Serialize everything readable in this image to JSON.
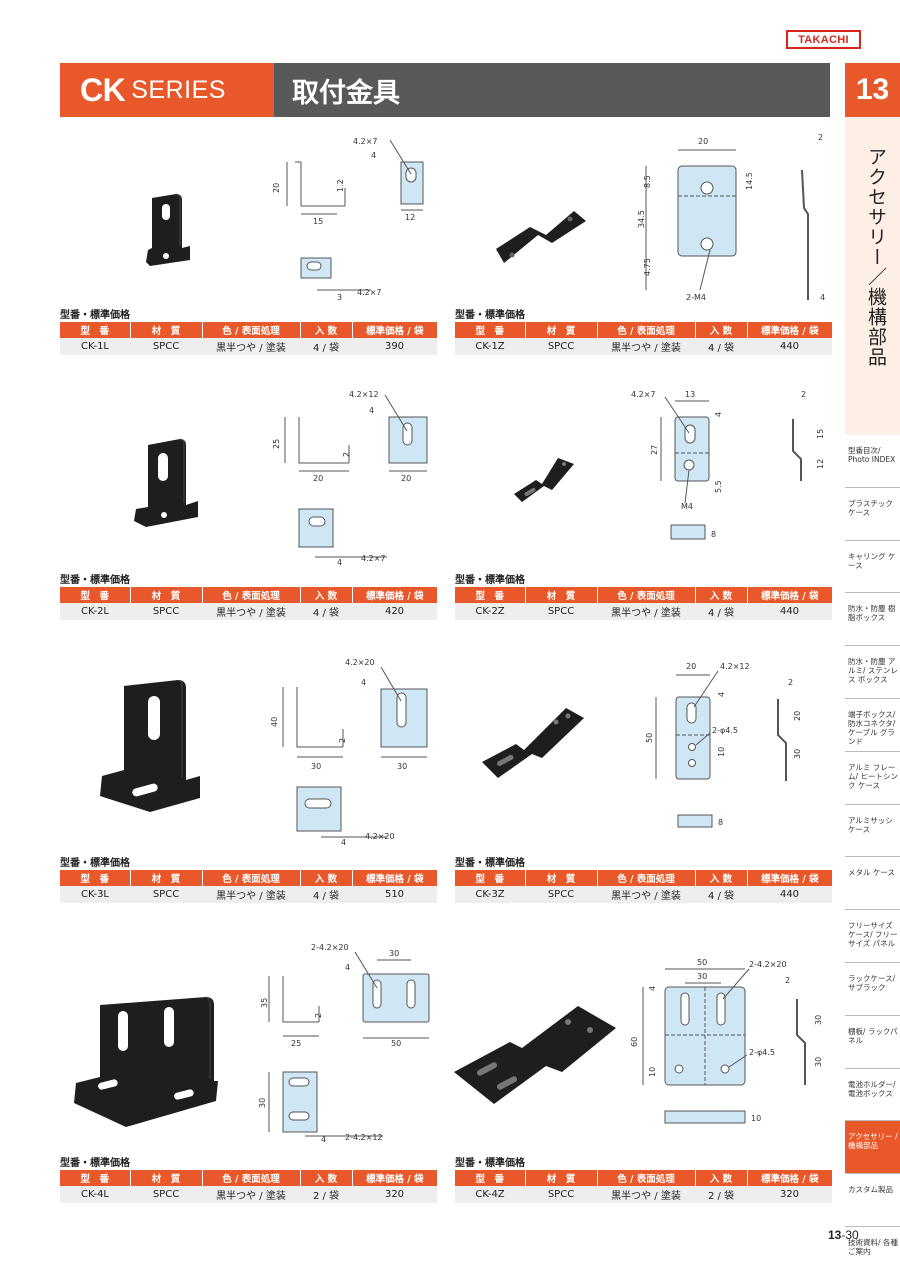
{
  "brand": "TAKACHI",
  "header": {
    "series_prefix": "CK",
    "series_word": "SERIES",
    "title": "取付金具"
  },
  "chapter": {
    "number": "13",
    "title": "アクセサリー／機構部品"
  },
  "side_index": [
    {
      "label": "型番目次/ Photo INDEX",
      "active": false
    },
    {
      "label": "プラスチック ケース",
      "active": false
    },
    {
      "label": "キャリング ケース",
      "active": false
    },
    {
      "label": "防水・防塵 樹脂ボックス",
      "active": false
    },
    {
      "label": "防水・防塵 アルミ/ ステンレス ボックス",
      "active": false
    },
    {
      "label": "端子ボックス/ 防水コネクタ/ ケーブル グランド",
      "active": false
    },
    {
      "label": "アルミ フレーム/ ヒートシンク ケース",
      "active": false
    },
    {
      "label": "アルミサッシ ケース",
      "active": false
    },
    {
      "label": "メタル ケース",
      "active": false
    },
    {
      "label": "フリーサイズ ケース/ フリーサイズ パネル",
      "active": false
    },
    {
      "label": "ラックケース/ サブラック",
      "active": false
    },
    {
      "label": "棚板/ ラックパネル",
      "active": false
    },
    {
      "label": "電池ホルダー/ 電池ボックス",
      "active": false
    },
    {
      "label": "アクセサリー /機構部品",
      "active": true
    },
    {
      "label": "カスタム製品",
      "active": false
    },
    {
      "label": "技術資料/ 各種ご案内",
      "active": false
    }
  ],
  "table_caption": "型番・標準価格",
  "table_headers": [
    "型　番",
    "材　質",
    "色 / 表面処理",
    "入 数",
    "標準価格 / 袋"
  ],
  "products": [
    {
      "model": "CK-1L",
      "material": "SPCC",
      "finish": "黒半つや / 塗装",
      "qty": "4 / 袋",
      "price": "390",
      "dims": {
        "slot": "4.2×7",
        "a": "4",
        "h": "20",
        "t": "1.2",
        "w": "15",
        "b": "12",
        "c": "3",
        "slot2": "4.2×7"
      }
    },
    {
      "model": "CK-1Z",
      "material": "SPCC",
      "finish": "黒半つや / 塗装",
      "qty": "4 / 袋",
      "price": "440",
      "dims": {
        "w": "20",
        "t": "2",
        "a": "8.5",
        "b": "14.5",
        "len": "34.5",
        "c": "4.75",
        "hole": "2-M4",
        "d": "4"
      }
    },
    {
      "model": "CK-2L",
      "material": "SPCC",
      "finish": "黒半つや / 塗装",
      "qty": "4 / 袋",
      "price": "420",
      "dims": {
        "slot": "4.2×12",
        "a": "4",
        "h": "25",
        "t": "2",
        "w": "20",
        "b": "20",
        "c": "4",
        "slot2": "4.2×7"
      }
    },
    {
      "model": "CK-2Z",
      "material": "SPCC",
      "finish": "黒半つや / 塗装",
      "qty": "4 / 袋",
      "price": "440",
      "dims": {
        "slot": "4.2×7",
        "w": "13",
        "a": "4",
        "len": "27",
        "b": "5.5",
        "hole": "M4",
        "c": "8",
        "t": "2",
        "d": "15",
        "e": "12"
      }
    },
    {
      "model": "CK-3L",
      "material": "SPCC",
      "finish": "黒半つや / 塗装",
      "qty": "4 / 袋",
      "price": "510",
      "dims": {
        "slot": "4.2×20",
        "a": "4",
        "h": "40",
        "t": "2",
        "w": "30",
        "b": "30",
        "c": "4",
        "slot2": "4.2×20"
      }
    },
    {
      "model": "CK-3Z",
      "material": "SPCC",
      "finish": "黒半つや / 塗装",
      "qty": "4 / 袋",
      "price": "440",
      "dims": {
        "w": "20",
        "slot": "4.2×12",
        "a": "4",
        "len": "50",
        "hole": "2-φ4.5",
        "b": "10",
        "c": "8",
        "t": "2",
        "d": "20",
        "e": "30"
      }
    },
    {
      "model": "CK-4L",
      "material": "SPCC",
      "finish": "黒半つや / 塗装",
      "qty": "2 / 袋",
      "price": "320",
      "dims": {
        "slot": "2-4.2×20",
        "w2": "30",
        "a": "4",
        "h": "35",
        "t": "2",
        "w": "25",
        "b": "50",
        "c": "30",
        "d": "4",
        "slot2": "2-4.2×12"
      }
    },
    {
      "model": "CK-4Z",
      "material": "SPCC",
      "finish": "黒半つや / 塗装",
      "qty": "2 / 袋",
      "price": "320",
      "dims": {
        "w": "50",
        "slot": "2-4.2×20",
        "w2": "30",
        "a": "4",
        "len": "60",
        "hole": "2-φ4.5",
        "b": "10",
        "c": "10",
        "t": "2",
        "d": "30",
        "e": "30"
      }
    }
  ],
  "page": {
    "chapter": "13",
    "num": "-30"
  }
}
